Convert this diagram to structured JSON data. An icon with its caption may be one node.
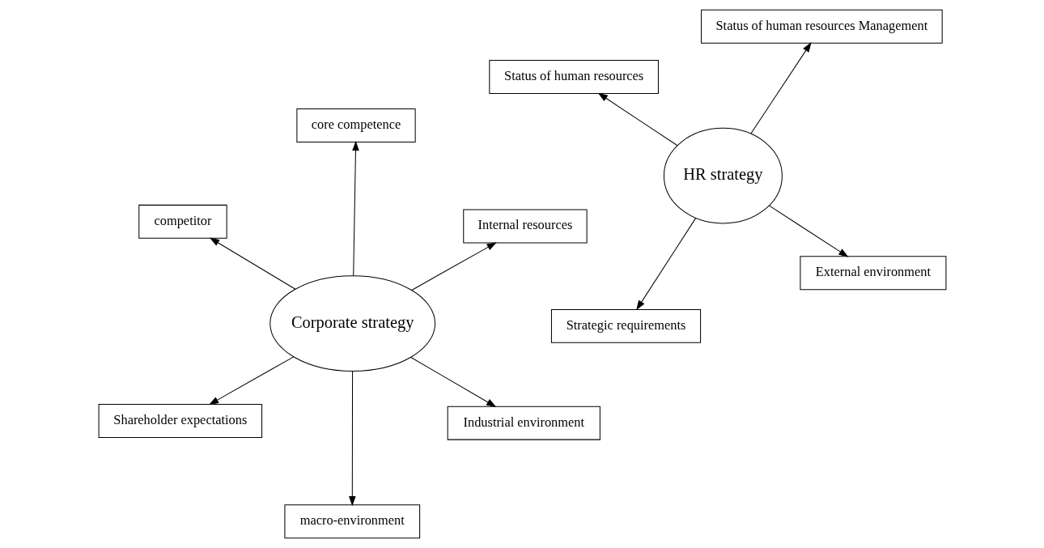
{
  "diagram": {
    "nodes": [
      {
        "text": [
          "Corporate strategy"
        ]
      },
      {
        "text": [
          "Industrial environment"
        ]
      },
      {
        "text": [
          "macro-environment"
        ]
      },
      {
        "text": [
          "competitor"
        ]
      },
      {
        "text": [
          "Internal resources"
        ]
      },
      {
        "text": [
          "core competence"
        ]
      },
      {
        "text": [
          "Shareholder expectations"
        ]
      },
      {
        "text": [
          "HR strategy"
        ]
      },
      {
        "text": [
          "External environment"
        ]
      },
      {
        "text": [
          "Strategic requirements"
        ]
      },
      {
        "text": [
          "Status of human resources"
        ]
      },
      {
        "text": [
          "Status of human resources Management"
        ]
      }
    ],
    "edges": [
      {
        "from": 0,
        "to": 1,
        "arrow": "to"
      },
      {
        "from": 0,
        "to": 2,
        "arrow": "to"
      },
      {
        "from": 0,
        "to": 3,
        "arrow": "to"
      },
      {
        "from": 0,
        "to": 4,
        "arrow": "to"
      },
      {
        "from": 0,
        "to": 5,
        "arrow": "to"
      },
      {
        "from": 0,
        "to": 6,
        "arrow": "to"
      },
      {
        "from": 7,
        "to": 8,
        "arrow": "to"
      },
      {
        "from": 7,
        "to": 9,
        "arrow": "to"
      },
      {
        "from": 7,
        "to": 10,
        "arrow": "to"
      },
      {
        "from": 7,
        "to": 11,
        "arrow": "to"
      }
    ]
  }
}
